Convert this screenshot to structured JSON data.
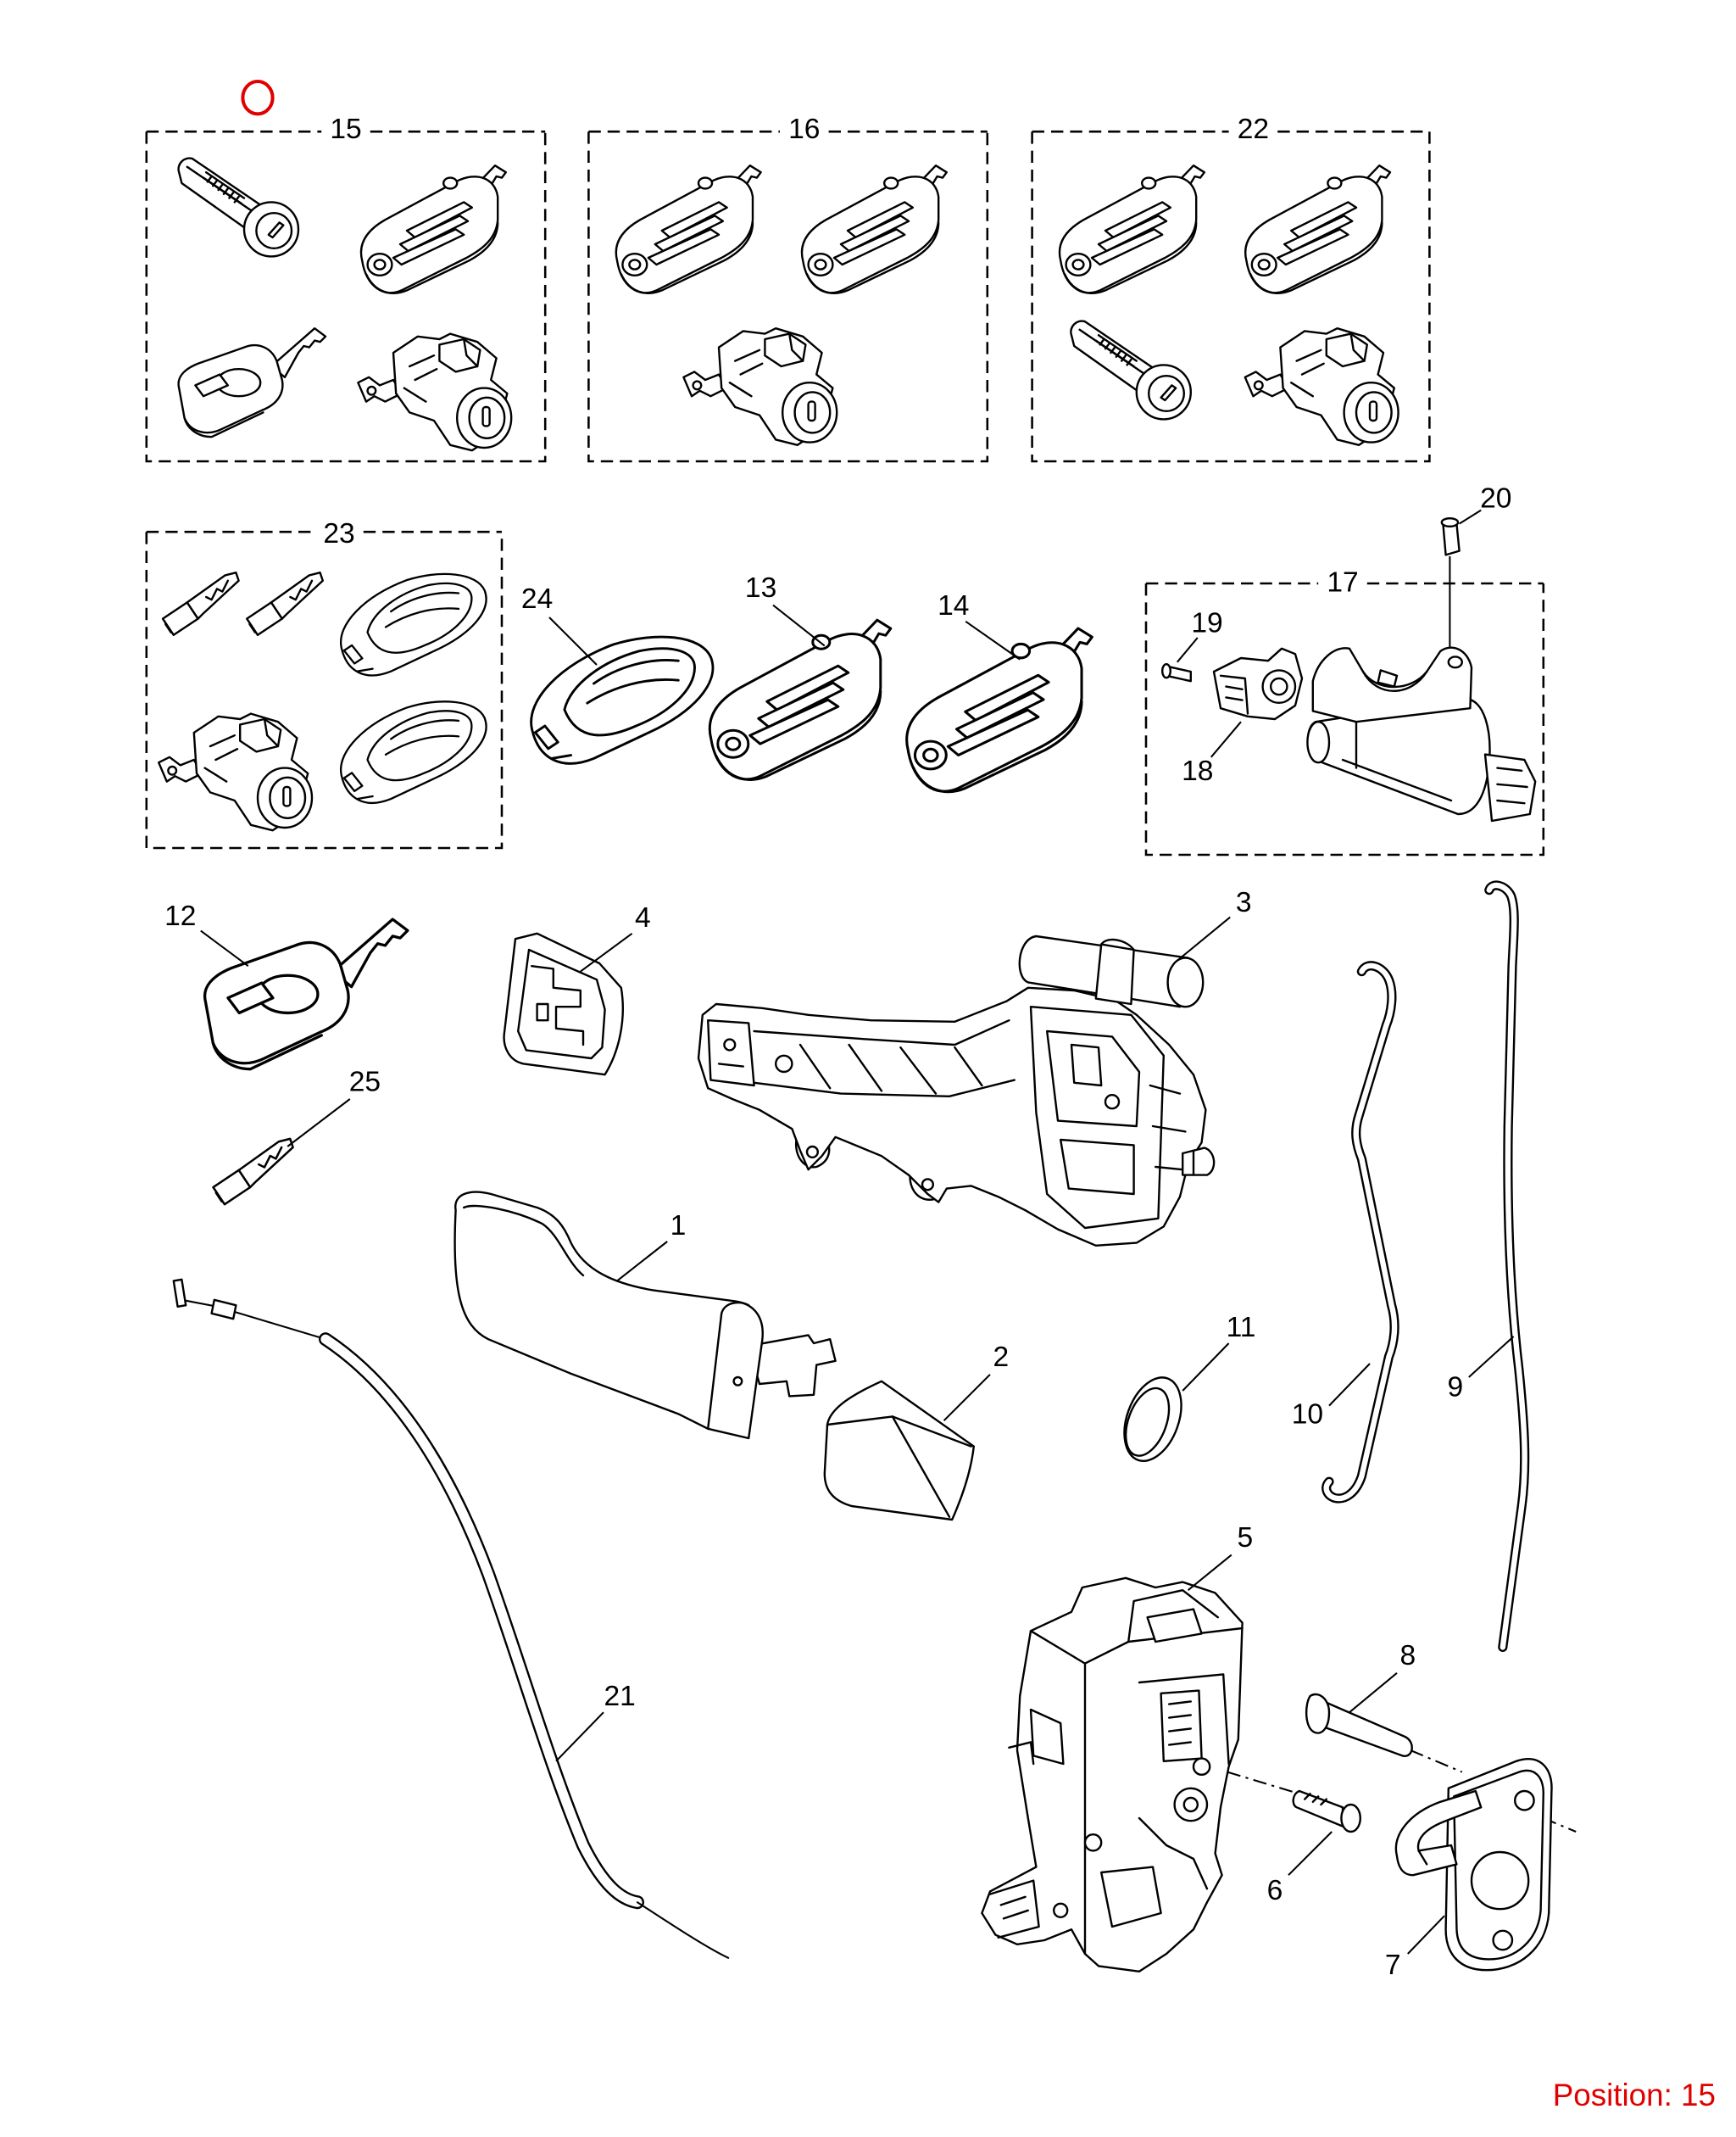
{
  "callouts": {
    "c1": "1",
    "c2": "2",
    "c3": "3",
    "c4": "4",
    "c5": "5",
    "c6": "6",
    "c7": "7",
    "c8": "8",
    "c9": "9",
    "c10": "10",
    "c11": "11",
    "c12": "12",
    "c13": "13",
    "c14": "14",
    "c15": "15",
    "c16": "16",
    "c17": "17",
    "c18": "18",
    "c19": "19",
    "c20": "20",
    "c21": "21",
    "c22": "22",
    "c23": "23",
    "c24": "24",
    "c25": "25"
  },
  "status": {
    "position": "Position: 15"
  },
  "colors": {
    "line": "#000000",
    "highlight": "#e00000",
    "background": "#ffffff"
  }
}
